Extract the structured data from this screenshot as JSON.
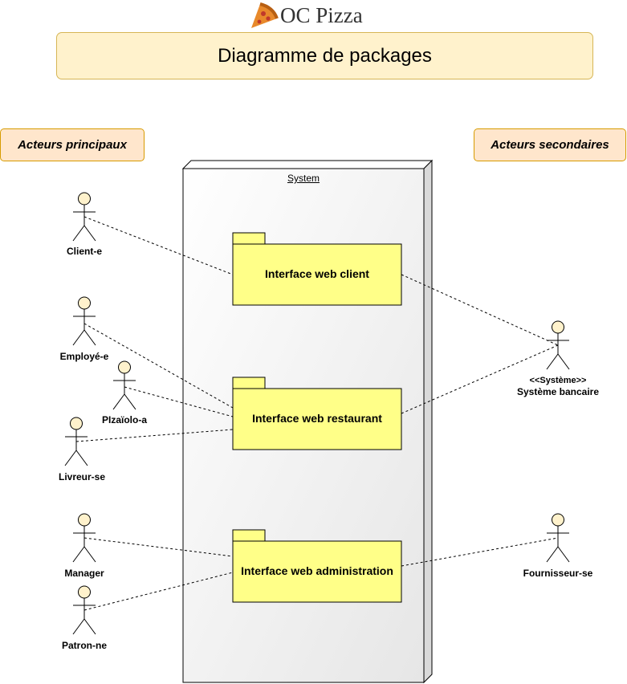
{
  "logo": {
    "text": "OC Pizza",
    "icon": "pizza-slice-icon"
  },
  "title": "Diagramme de packages",
  "sections": {
    "primary": "Acteurs principaux",
    "secondary": "Acteurs secondaires"
  },
  "system": {
    "title": "System"
  },
  "packages": {
    "client": "Interface web client",
    "restaurant": "Interface web restaurant",
    "administration": "Interface web administration"
  },
  "actors": {
    "client": "Client-e",
    "employe": "Employé-e",
    "pizzaiolo": "PIzaïolo-a",
    "livreur": "Livreur-se",
    "manager": "Manager",
    "patron": "Patron-ne",
    "banque_stereotype": "<<Système>>",
    "banque": "Système bancaire",
    "fournisseur": "Fournisseur-se"
  },
  "colors": {
    "title_fill": "#fff2cc",
    "title_stroke": "#d6b656",
    "section_fill": "#ffe6cc",
    "section_stroke": "#d79b00",
    "package_fill": "#ffff88",
    "actor_fill": "#fff2cc"
  }
}
